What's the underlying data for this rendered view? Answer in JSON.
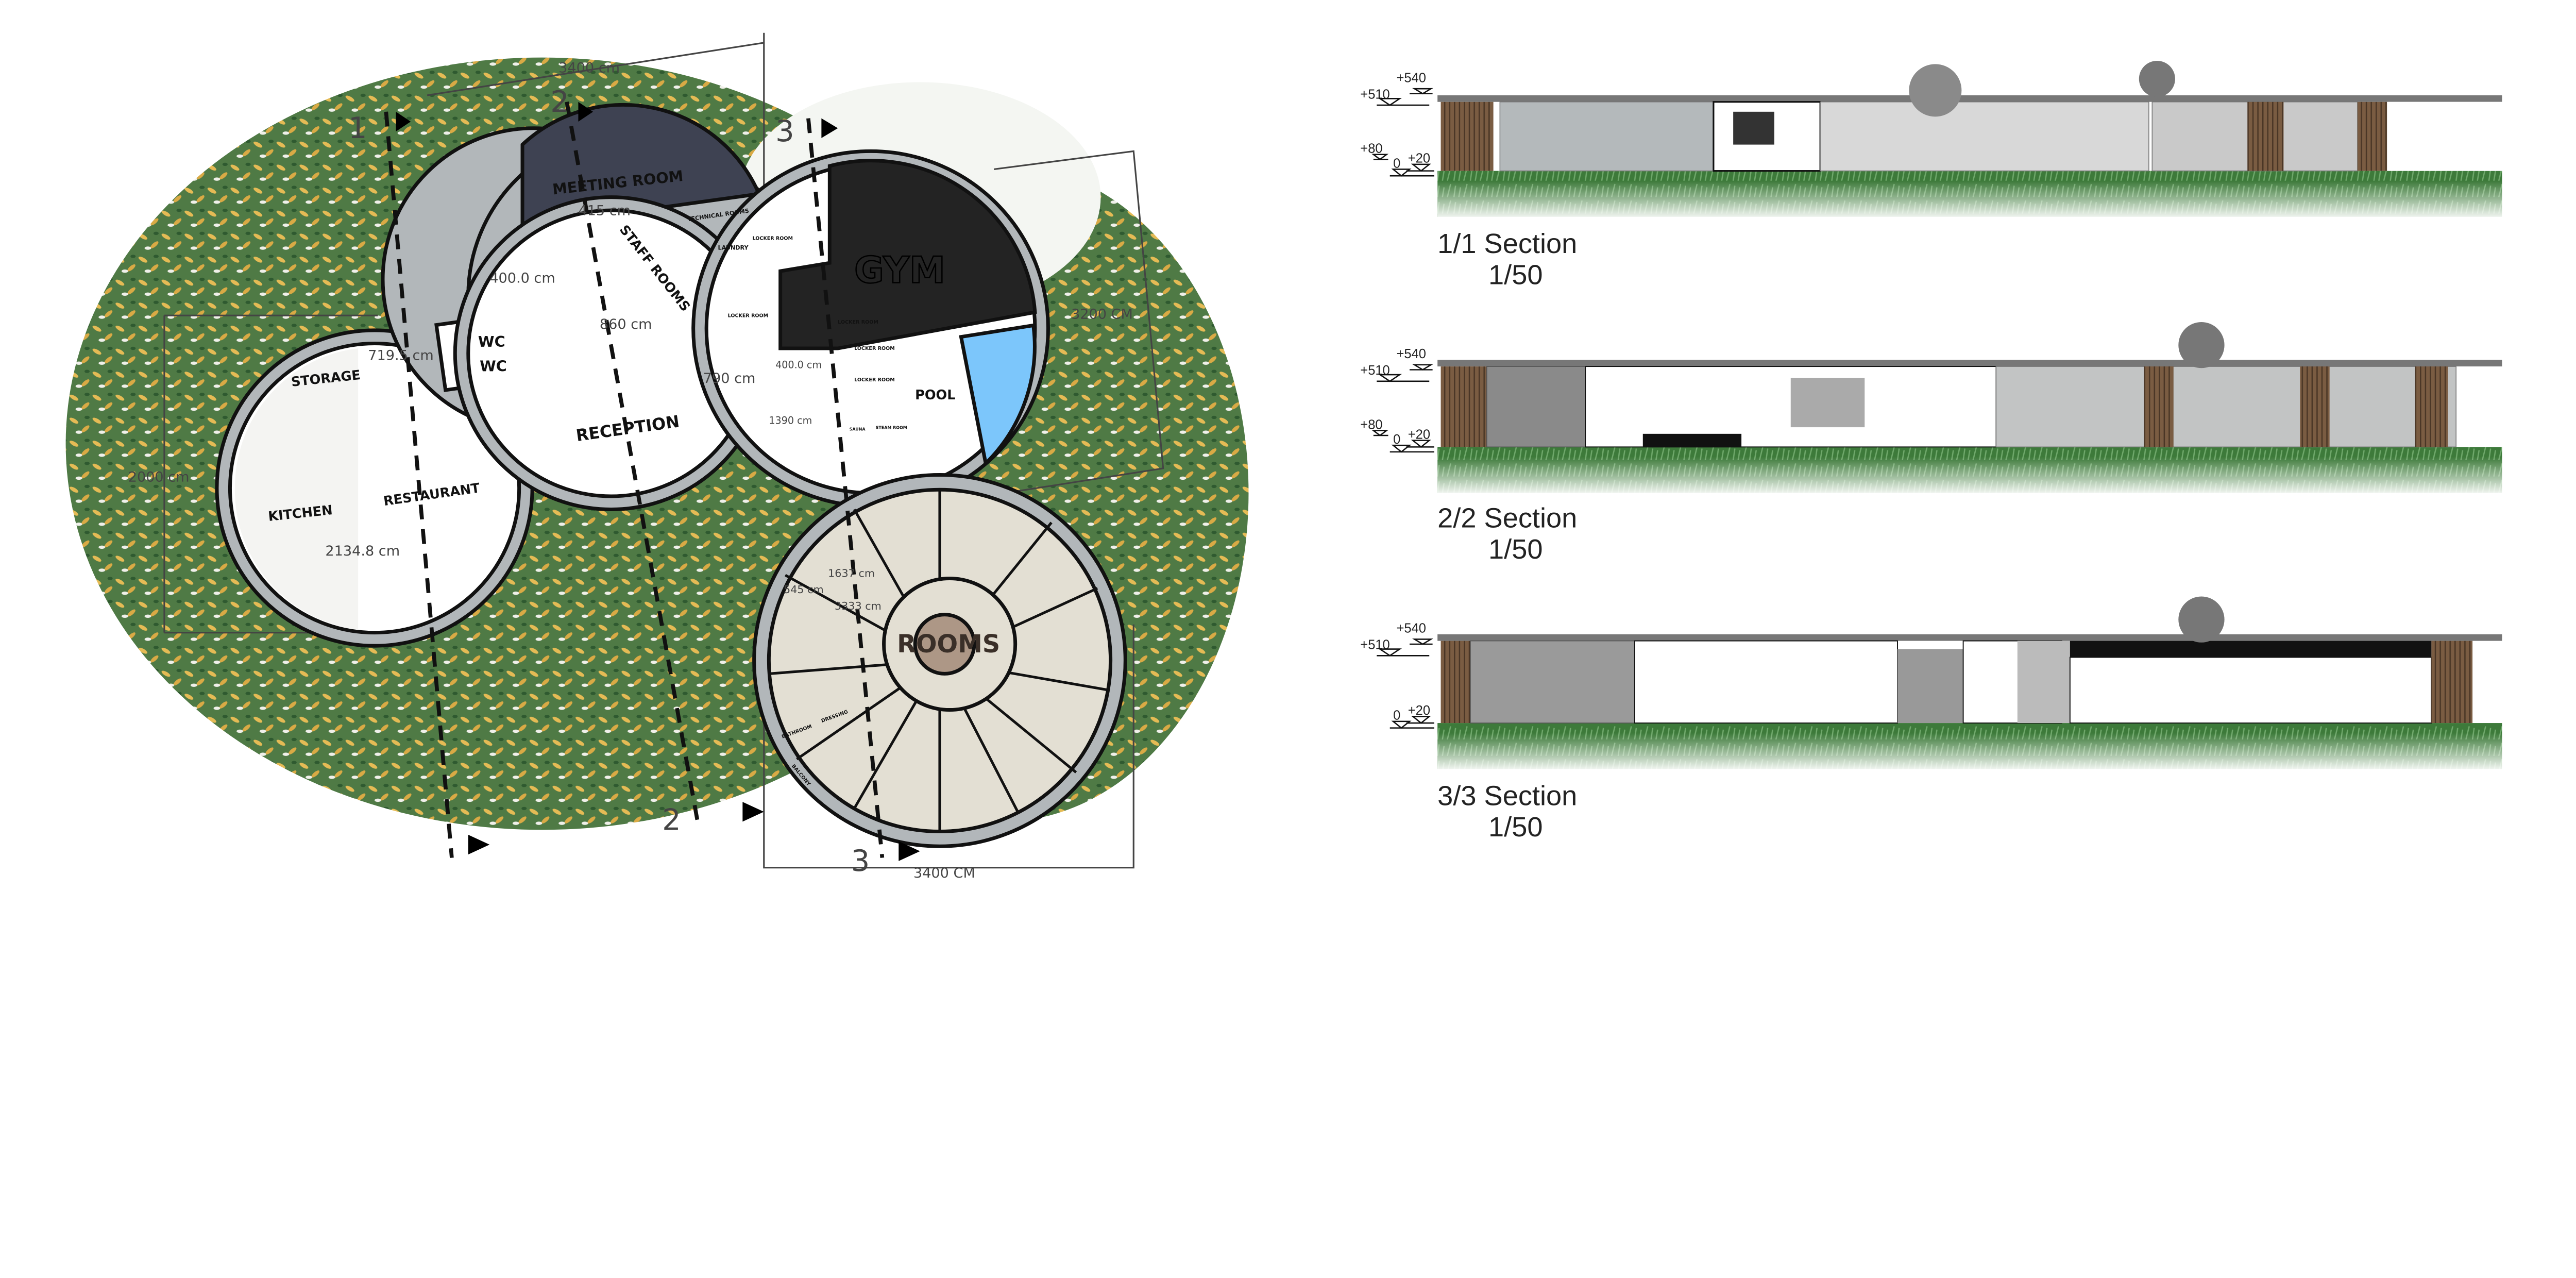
{
  "plan": {
    "rooms": {
      "meeting": "MEETING ROOM",
      "technical": "TECHNICAL ROOMS",
      "staff": "STAFF ROOMS",
      "laundry": "LAUNDRY",
      "locker1": "LOCKER ROOM",
      "locker2": "LOCKER ROOM",
      "locker3": "LOCKER ROOM",
      "locker4": "LOCKER ROOM",
      "locker5": "LOCKER ROOM",
      "gym": "GYM",
      "wc1": "WC",
      "wc2": "WC",
      "storage": "STORAGE",
      "kitchen": "KITCHEN",
      "restaurant": "RESTAURANT",
      "reception": "RECEPTION",
      "pool": "POOL",
      "sauna": "SAUNA",
      "steam": "STEAM ROOM",
      "rooms": "ROOMS",
      "bathroom": "BATHROOM",
      "dressing": "DRESSING",
      "balcony": "BALCONY"
    },
    "dimensions": {
      "top": "3400 cm",
      "staff_w": "415 cm",
      "staff_h": "400.0 cm",
      "corridor": "860 cm",
      "storage": "719.5 cm",
      "reception": "790 cm",
      "locker": "400.0 cm",
      "gym_depth": "1390 cm",
      "restaurant": "2134.8 cm",
      "left": "2000 cm",
      "right": "3200 CM",
      "bottom": "3400 CM",
      "room_a": "545 cm",
      "room_b": "1637 cm",
      "room_c": "3333 cm"
    },
    "section_marks": {
      "s1": "1",
      "s2_top": "2",
      "s3_top": "3",
      "s2_bottom": "2",
      "s3_bottom": "3"
    }
  },
  "sections": [
    {
      "title": "1/1 Section",
      "scale": "1/50",
      "levels": {
        "l510": "+510",
        "l540": "+540",
        "l80": "+80",
        "l0": "0",
        "l20": "+20"
      }
    },
    {
      "title": "2/2 Section",
      "scale": "1/50",
      "levels": {
        "l510": "+510",
        "l540": "+540",
        "l80": "+80",
        "l0": "0",
        "l20": "+20"
      }
    },
    {
      "title": "3/3 Section",
      "scale": "1/50",
      "levels": {
        "l510": "+510",
        "l540": "+540",
        "l0": "0",
        "l20": "+20"
      }
    }
  ],
  "colors": {
    "meeting": "#3e4252",
    "gym": "#232323",
    "pool": "#7cc6fb",
    "rooms": "#e3dfd3",
    "wall": "#b2b7ba",
    "wood": "#7a5c42",
    "grass": "#3d7a3a"
  }
}
